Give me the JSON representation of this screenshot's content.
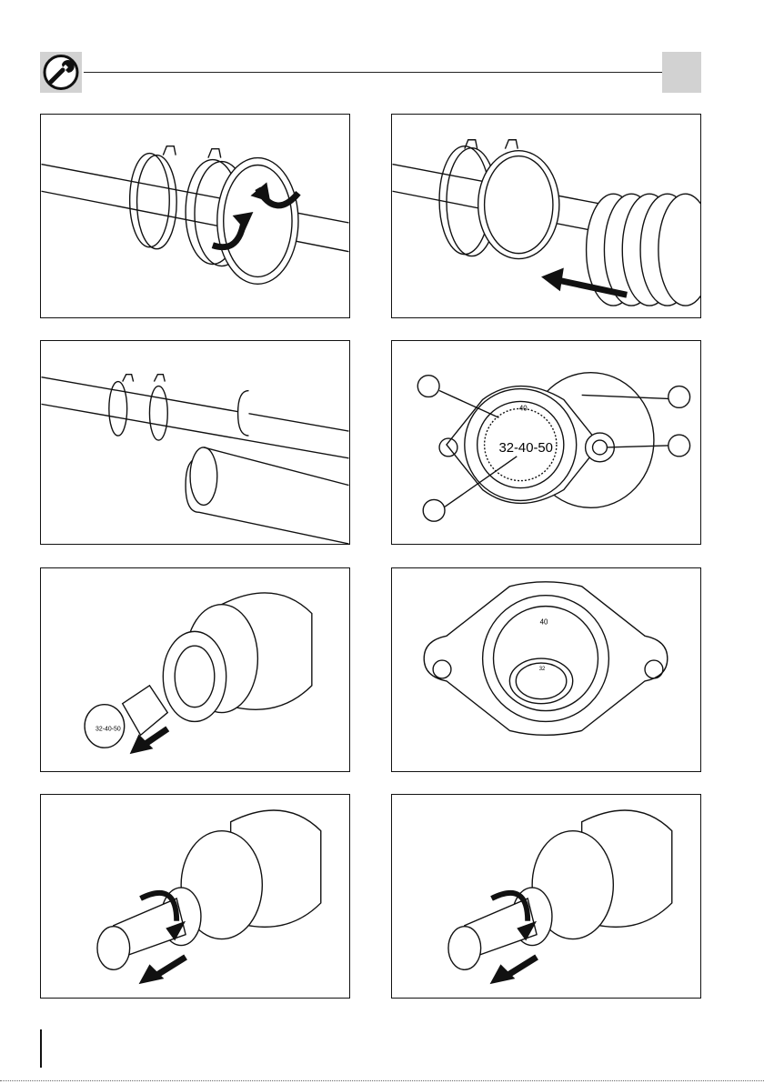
{
  "header": {
    "icon": "wrench-icon"
  },
  "panel_4": {
    "size_label": "32-40-50",
    "ring_label": "40"
  },
  "panel_5": {
    "cap_label": "32-40-50"
  },
  "panel_6": {
    "ring_label": "40",
    "inner_label": "32"
  }
}
